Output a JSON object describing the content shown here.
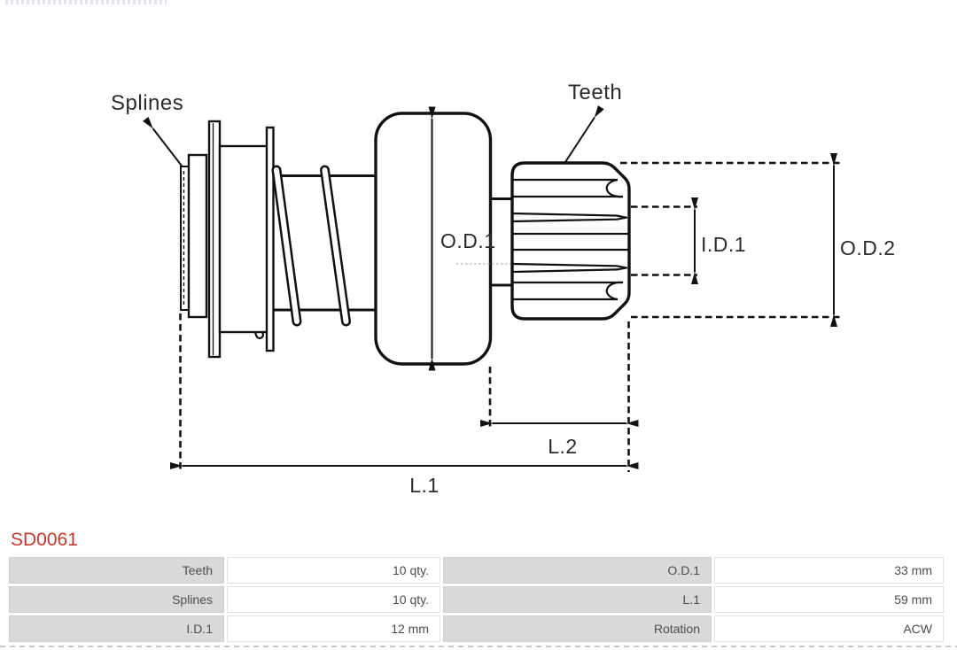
{
  "part_number": "SD0061",
  "colors": {
    "accent": "#c0392b",
    "line_art": "#111111",
    "table_label_bg": "#d9d9d9"
  },
  "diagram": {
    "labels": {
      "splines": "Splines",
      "teeth": "Teeth",
      "od1": "O.D.1",
      "id1": "I.D.1",
      "od2": "O.D.2",
      "l2": "L.2",
      "l1": "L.1"
    }
  },
  "specs": {
    "rows": [
      [
        "Teeth",
        "10 qty.",
        "O.D.1",
        "33 mm"
      ],
      [
        "Splines",
        "10 qty.",
        "L.1",
        "59 mm"
      ],
      [
        "I.D.1",
        "12 mm",
        "Rotation",
        "ACW"
      ]
    ]
  }
}
